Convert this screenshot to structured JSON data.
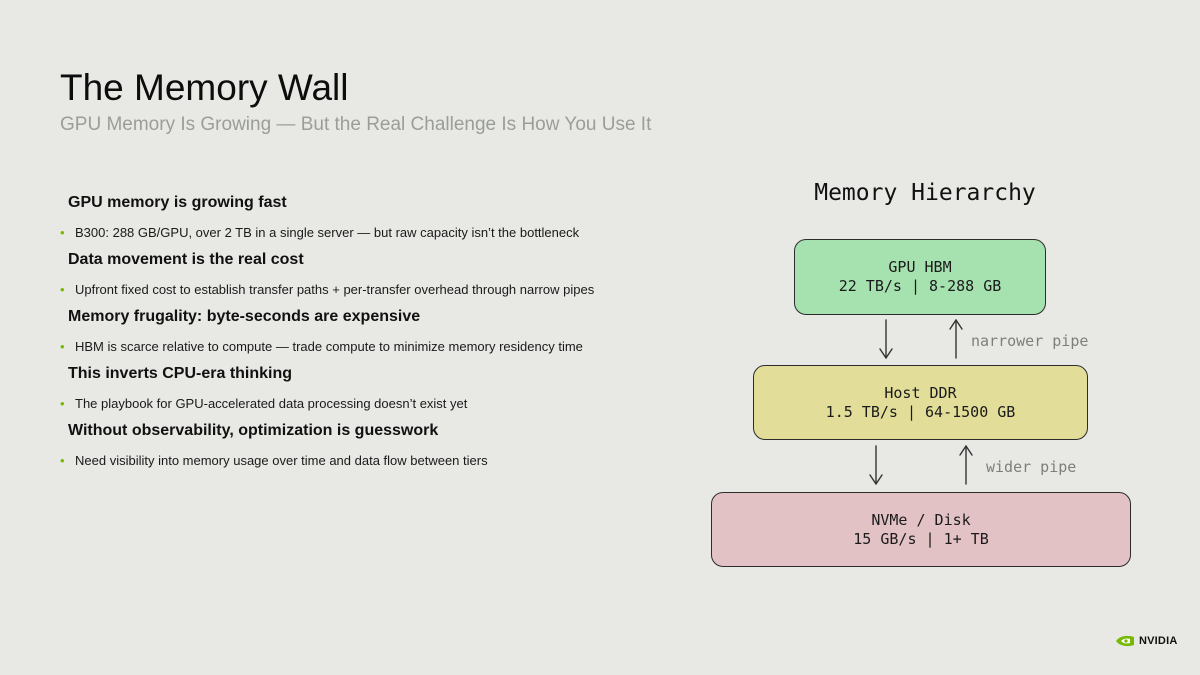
{
  "slide": {
    "title": "The Memory Wall",
    "subtitle": "GPU Memory Is Growing — But the Real Challenge Is How You Use It"
  },
  "sections": [
    {
      "heading": "GPU memory is growing fast",
      "bullet": "B300: 288 GB/GPU, over 2 TB in a single server — but raw capacity isn’t the bottleneck"
    },
    {
      "heading": "Data movement is the real cost",
      "bullet": "Upfront fixed cost to establish transfer paths + per-transfer overhead through narrow pipes"
    },
    {
      "heading": "Memory frugality: byte-seconds are expensive",
      "bullet": "HBM is scarce relative to compute — trade compute to minimize memory residency time"
    },
    {
      "heading": "This inverts CPU-era thinking",
      "bullet": "The playbook for GPU-accelerated data processing doesn’t exist yet"
    },
    {
      "heading": "Without observability, optimization is guesswork",
      "bullet": "Need visibility into memory usage over time and data flow between tiers"
    }
  ],
  "bullet_marker": "•",
  "diagram": {
    "title": "Memory Hierarchy",
    "tiers": [
      {
        "name": "GPU HBM",
        "stats": "22 TB/s  |  8-288 GB",
        "color": "#a6e2b0"
      },
      {
        "name": "Host DDR",
        "stats": "1.5 TB/s |  64-1500 GB",
        "color": "#e2de9a"
      },
      {
        "name": "NVMe / Disk",
        "stats": "15 GB/s  |  1+ TB",
        "color": "#e3c2c6"
      }
    ],
    "links": [
      {
        "label": "narrower pipe"
      },
      {
        "label": "wider pipe"
      }
    ]
  },
  "logo": {
    "text": "NVIDIA",
    "icon": "nvidia-eye-icon",
    "color": "#76b900"
  },
  "colors": {
    "background": "#e8e9e5",
    "accent": "#76b900",
    "subtitle": "#9b9d99"
  }
}
